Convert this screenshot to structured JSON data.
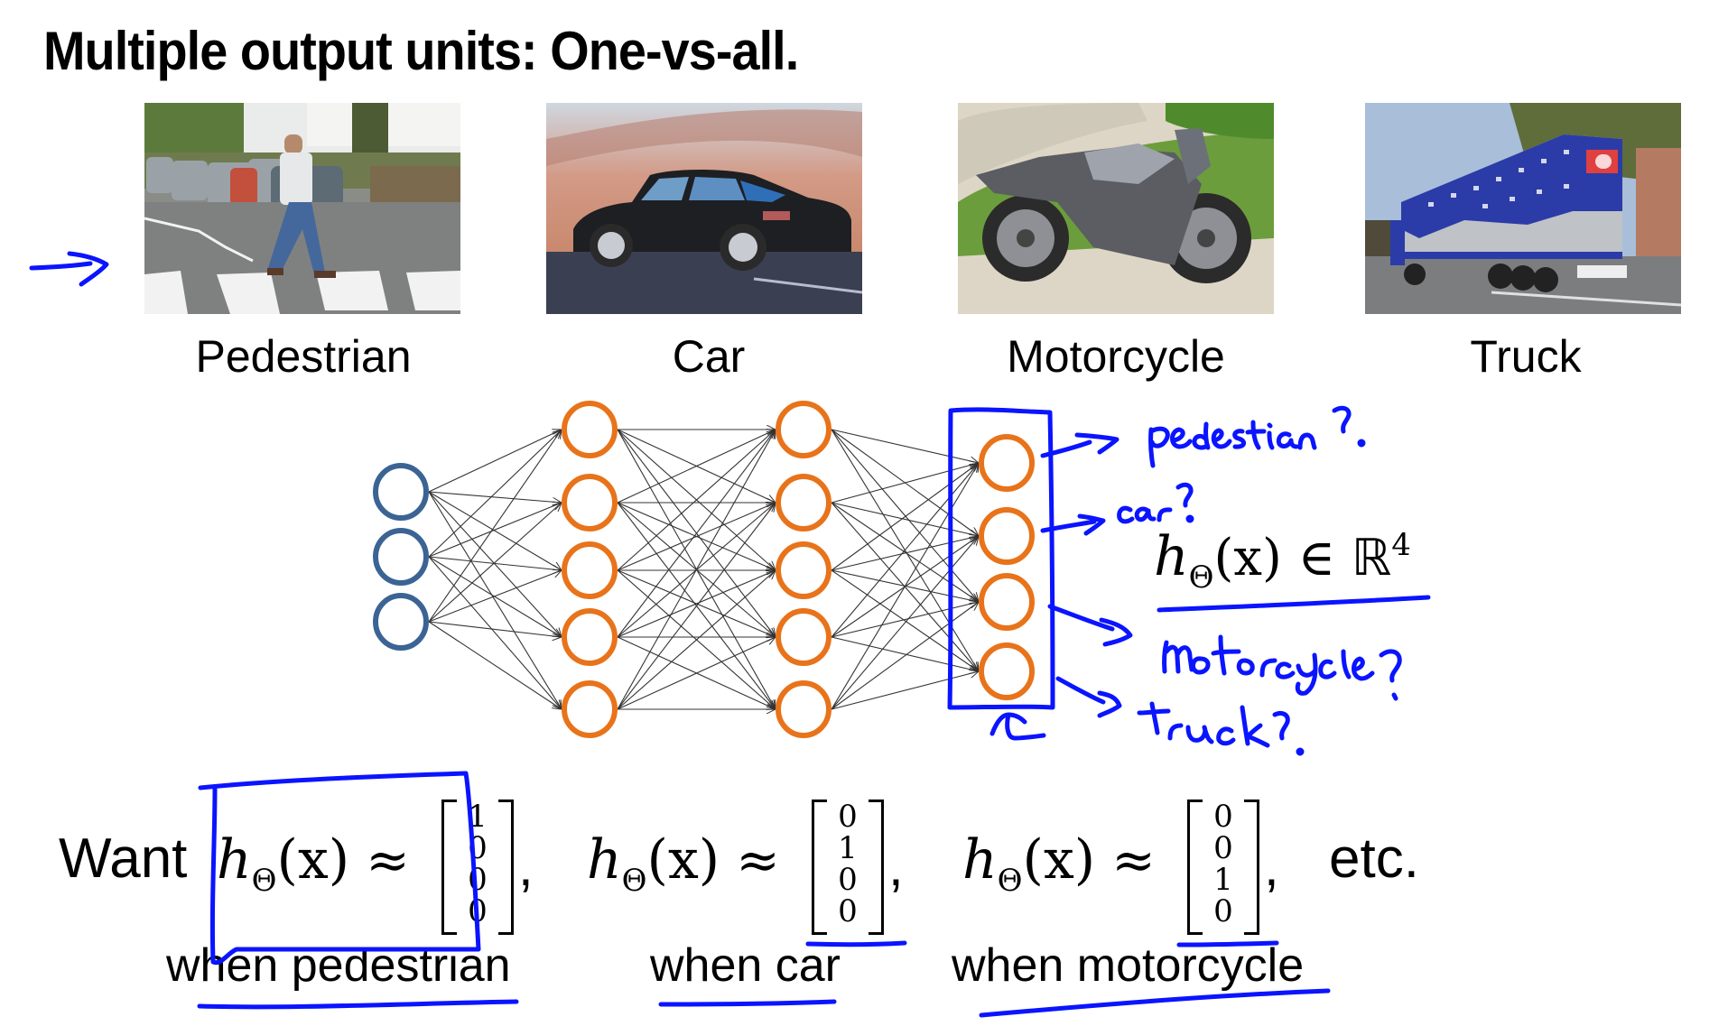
{
  "title": "Multiple output units: One-vs-all.",
  "classes": [
    {
      "label": "Pedestrian",
      "image": "pedestrian-photo"
    },
    {
      "label": "Car",
      "image": "car-photo"
    },
    {
      "label": "Motorcycle",
      "image": "motorcycle-photo"
    },
    {
      "label": "Truck",
      "image": "truck-photo"
    }
  ],
  "network": {
    "layers": [
      {
        "name": "input",
        "units": 3,
        "color": "#3b6494"
      },
      {
        "name": "hidden-1",
        "units": 5,
        "color": "#e8731a"
      },
      {
        "name": "hidden-2",
        "units": 5,
        "color": "#e8731a"
      },
      {
        "name": "output",
        "units": 4,
        "color": "#e8731a"
      }
    ],
    "edge_color": "#333333"
  },
  "annotations": {
    "ink_color": "#0a14ff",
    "output_labels": [
      "pedestian?",
      "car?",
      "motorcycle?",
      "truck?"
    ],
    "output_space": {
      "h": "h",
      "sub": "Θ",
      "arg": "(x)",
      "rel": "∈",
      "set": "ℝ",
      "dim": "4"
    }
  },
  "want": {
    "lead": "Want",
    "h": "h",
    "sub": "Θ",
    "arg": "(x)",
    "approx": "≈",
    "trail": "etc.",
    "cases": [
      {
        "vector": [
          "1",
          "0",
          "0",
          "0"
        ],
        "when": "when pedestrian",
        "sep": ","
      },
      {
        "vector": [
          "0",
          "1",
          "0",
          "0"
        ],
        "when": "when car",
        "sep": ","
      },
      {
        "vector": [
          "0",
          "0",
          "1",
          "0"
        ],
        "when": "when motorcycle",
        "sep": ","
      }
    ]
  }
}
